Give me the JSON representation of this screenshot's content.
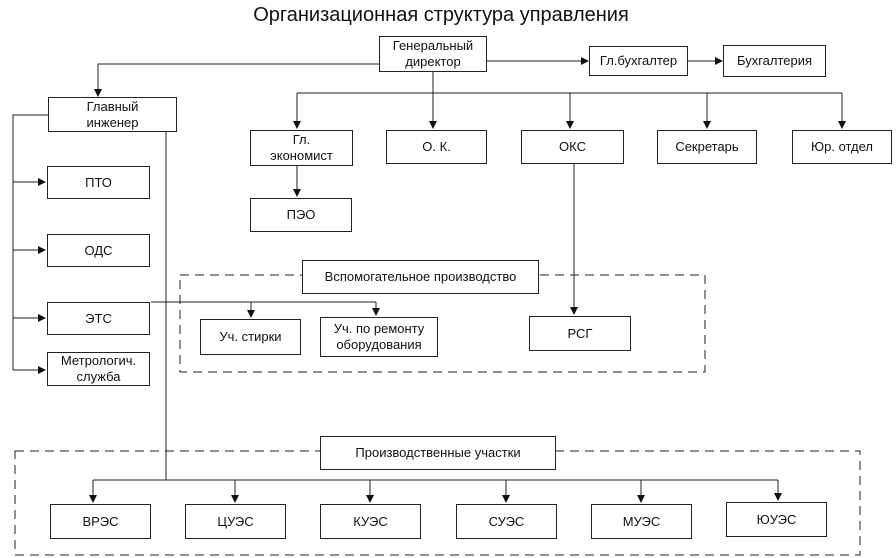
{
  "title": "Организационная структура управления",
  "nodes": {
    "gen_director": "Генеральный\nдиректор",
    "chief_accountant": "Гл.бухгалтер",
    "accounting": "Бухгалтерия",
    "chief_engineer": "Главный\nинженер",
    "chief_economist": "Гл.\nэкономист",
    "ok": "О. К.",
    "oks": "ОКС",
    "secretary": "Секретарь",
    "legal": "Юр. отдел",
    "peo": "ПЭО",
    "pto": "ПТО",
    "ods": "ОДС",
    "ets": "ЭТС",
    "metrology": "Метрологич.\nслужба",
    "aux_production": "Вспомогательное производство",
    "washing_unit": "Уч. стирки",
    "repair_unit": "Уч. по ремонту\nоборудования",
    "rsg": "РСГ",
    "production_units": "Производственные участки",
    "vres": "ВРЭС",
    "tsues": "ЦУЭС",
    "kues": "КУЭС",
    "sues": "СУЭС",
    "mues": "МУЭС",
    "yuues": "ЮУЭС"
  }
}
